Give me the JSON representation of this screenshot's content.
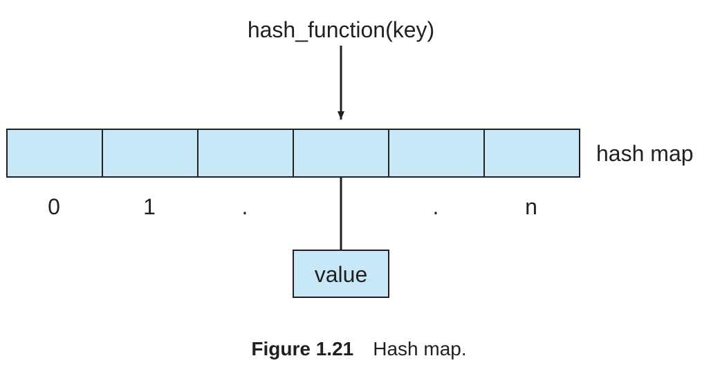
{
  "function_label": "hash_function(key)",
  "map_label": "hash map",
  "value_label": "value",
  "cells": [
    {
      "index_label": "0"
    },
    {
      "index_label": "1"
    },
    {
      "index_label": "."
    },
    {
      "index_label": ""
    },
    {
      "index_label": "."
    },
    {
      "index_label": "n"
    }
  ],
  "highlighted_cell": 3,
  "caption": {
    "number": "Figure 1.21",
    "text": "Hash map."
  },
  "colors": {
    "cell_fill": "#c8e8f8",
    "stroke": "#231f20",
    "text": "#231f20"
  }
}
